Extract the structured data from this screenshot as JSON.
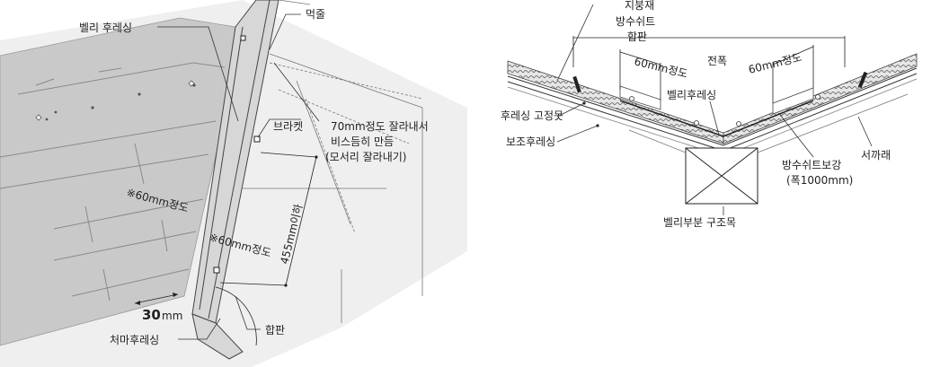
{
  "left_diagram": {
    "label_belly_flashing": "벨리 후레싱",
    "label_string_line": "먹줄",
    "label_bracket": "브라켓",
    "label_cut_note_1": "70mm정도 잘라내서",
    "label_cut_note_2": "비스듬히 만듬",
    "label_cut_note_3": "(모서리 잘라내기)",
    "label_overlap_60_upper": "※60mm정도",
    "label_overlap_60_lower": "※60mm정도",
    "label_spacing": "455mm이하",
    "label_30_value": "30",
    "label_30_unit": "mm",
    "label_eave_flashing": "처마후레싱",
    "label_plywood": "합판"
  },
  "right_diagram": {
    "label_roofing": "지붕재",
    "label_underlay": "방수쉬트",
    "label_plywood": "합판",
    "label_full_width": "전폭",
    "label_60_left": "60mm정도",
    "label_60_right": "60mm정도",
    "label_flashing_nail": "후레싱 고정못",
    "label_sub_flashing": "보조후레싱",
    "label_belly_flashing": "벨리후레싱",
    "label_rafter": "서까래",
    "label_sheet_reinforce": "방수쉬트보강",
    "label_sheet_width": "(폭1000mm)",
    "label_valley_structure": "벨리부분 구조목"
  }
}
